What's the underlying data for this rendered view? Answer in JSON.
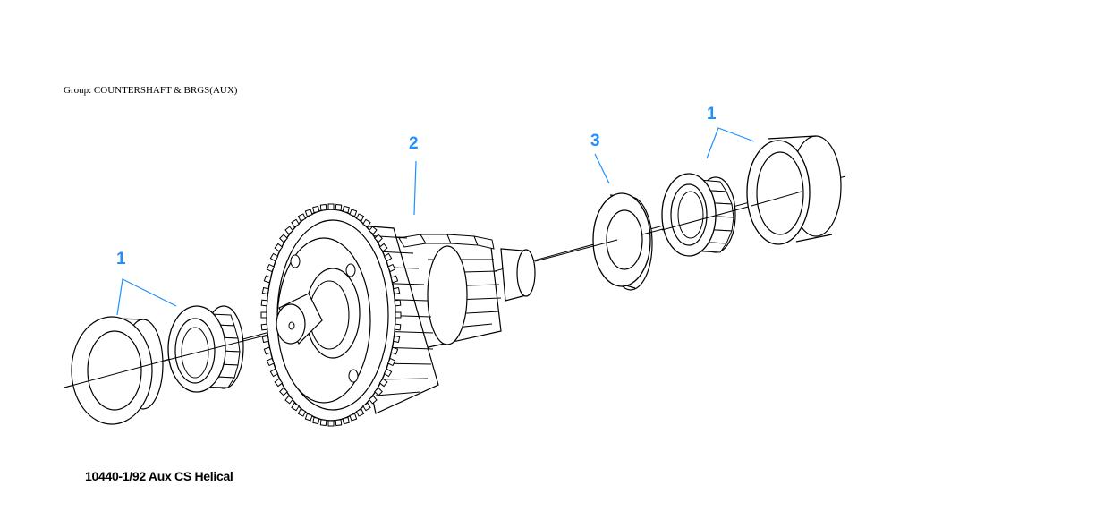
{
  "group": {
    "label": "Group: COUNTERSHAFT & BRGS(AUX)"
  },
  "caption": "10440-1/92 Aux CS Helical",
  "colors": {
    "callout": "#1e90ff",
    "line": "#000000"
  },
  "callouts": [
    {
      "id": "left-bearing",
      "label": "1"
    },
    {
      "id": "gear",
      "label": "2"
    },
    {
      "id": "washer",
      "label": "3"
    },
    {
      "id": "right-bearing",
      "label": "1"
    }
  ]
}
